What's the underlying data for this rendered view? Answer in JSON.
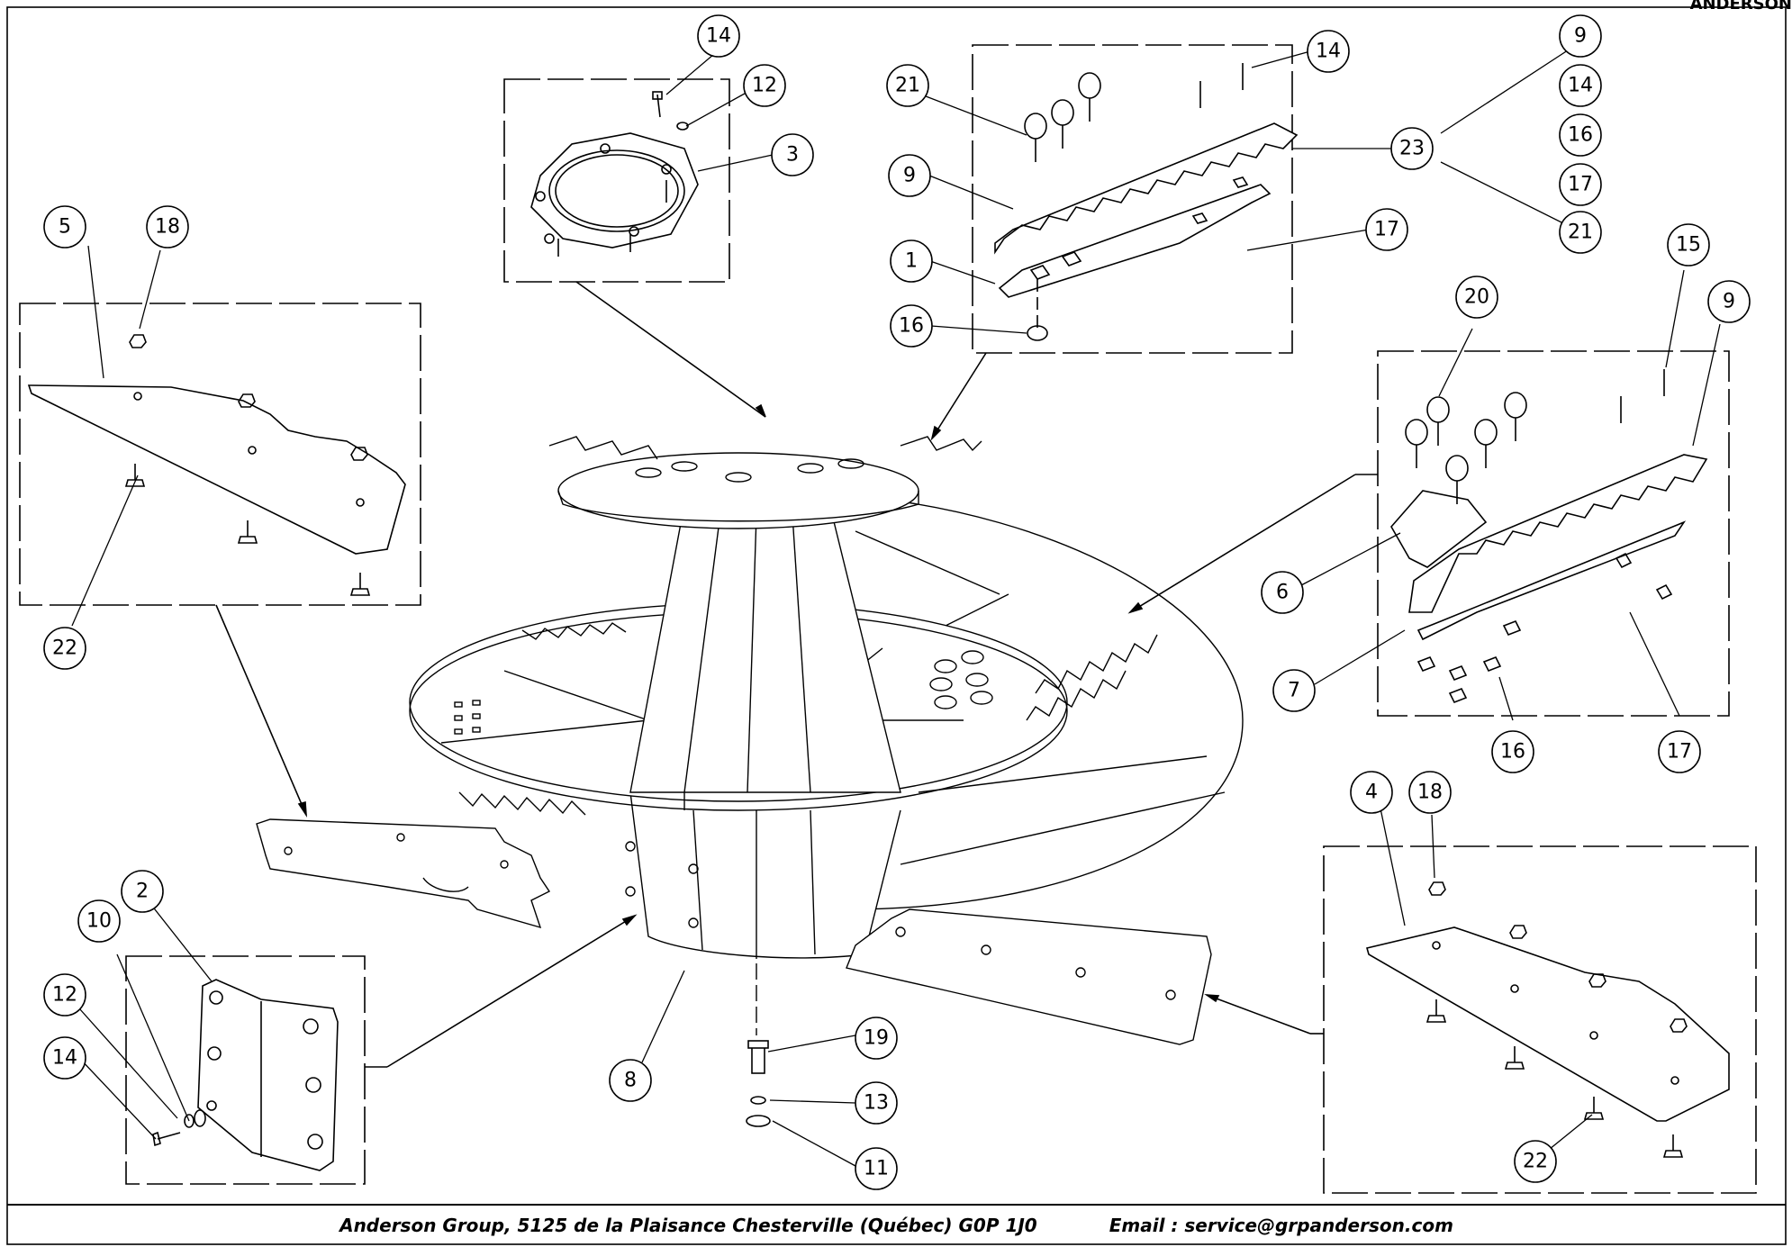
{
  "header": {
    "brand": "ANDERSON"
  },
  "footer": {
    "address": "Anderson Group, 5125 de la Plaisance Chesterville (Québec) G0P 1J0",
    "email": "Email : service@grpanderson.com"
  },
  "callouts": {
    "c14_ring": "14",
    "c12_ring": "12",
    "c3": "3",
    "c21_top": "21",
    "c9_left": "9",
    "c1": "1",
    "c16_top": "16",
    "c14_top": "14",
    "c17_top": "17",
    "c23": "23",
    "c9_col": "9",
    "c14_col": "14",
    "c16_col": "16",
    "c17_col": "17",
    "c21_col": "21",
    "c5": "5",
    "c18_left": "18",
    "c22_left": "22",
    "c15": "15",
    "c20": "20",
    "c9_right": "9",
    "c6": "6",
    "c7": "7",
    "c16_right": "16",
    "c17_right": "17",
    "c2": "2",
    "c10": "10",
    "c12_bl": "12",
    "c14_bl": "14",
    "c8": "8",
    "c19": "19",
    "c13": "13",
    "c11": "11",
    "c4": "4",
    "c18_right": "18",
    "c22_right": "22"
  }
}
